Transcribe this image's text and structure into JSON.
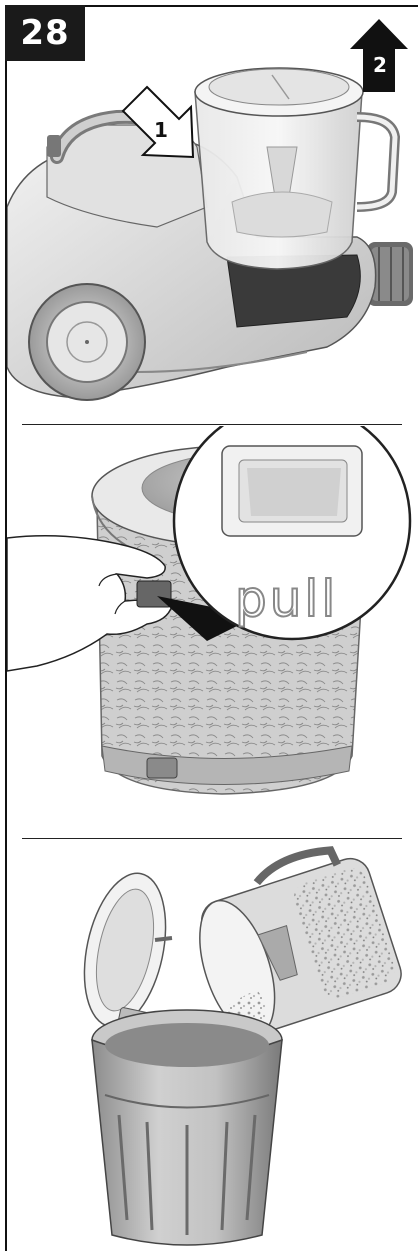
{
  "step_number": "28",
  "arrows": {
    "step1_label": "1",
    "step2_label": "2"
  },
  "zoom_callout": {
    "label": "pull"
  },
  "icons": [
    "vacuum-cleaner",
    "dust-container",
    "hand",
    "latch",
    "filter-lid",
    "trash-bin",
    "dust-particles",
    "arrow-down-outline",
    "arrow-up-solid"
  ],
  "colors": {
    "badge_bg": "#1a1a1a",
    "badge_text": "#ffffff",
    "arrow_solid": "#111111",
    "arrow_outline_fill": "#ffffff"
  }
}
